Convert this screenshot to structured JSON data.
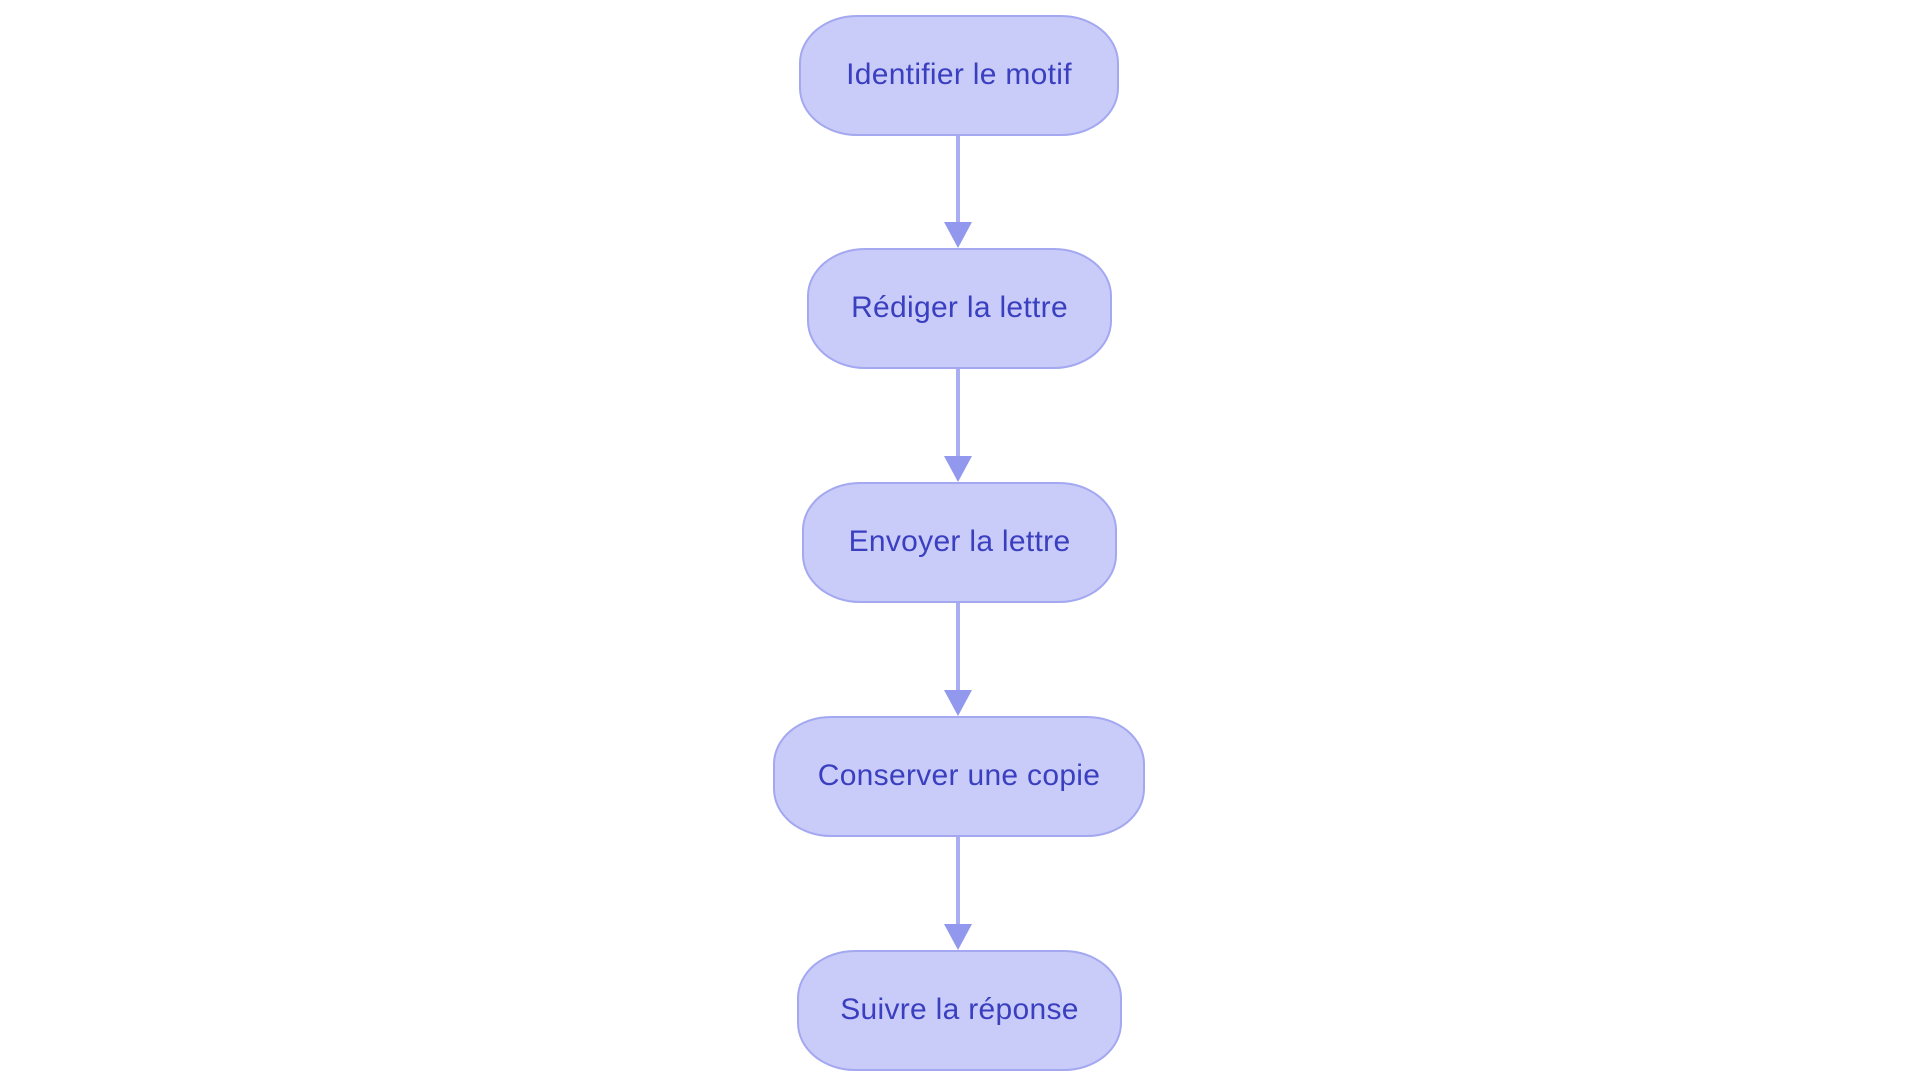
{
  "flowchart": {
    "type": "flowchart",
    "direction": "top-down",
    "nodes": [
      {
        "id": "step-1",
        "label": "Identifier le motif"
      },
      {
        "id": "step-2",
        "label": "Rédiger la lettre"
      },
      {
        "id": "step-3",
        "label": "Envoyer la lettre"
      },
      {
        "id": "step-4",
        "label": "Conserver une copie"
      },
      {
        "id": "step-5",
        "label": "Suivre la réponse"
      }
    ],
    "edges": [
      {
        "from": "step-1",
        "to": "step-2"
      },
      {
        "from": "step-2",
        "to": "step-3"
      },
      {
        "from": "step-3",
        "to": "step-4"
      },
      {
        "from": "step-4",
        "to": "step-5"
      }
    ],
    "colors": {
      "background": "#ffffff",
      "node_fill": "#c9cbf9",
      "node_border": "#a3a8f0",
      "node_text": "#3a3fbf",
      "arrow_line": "#a9aef2",
      "arrow_head": "#9298ee"
    }
  }
}
